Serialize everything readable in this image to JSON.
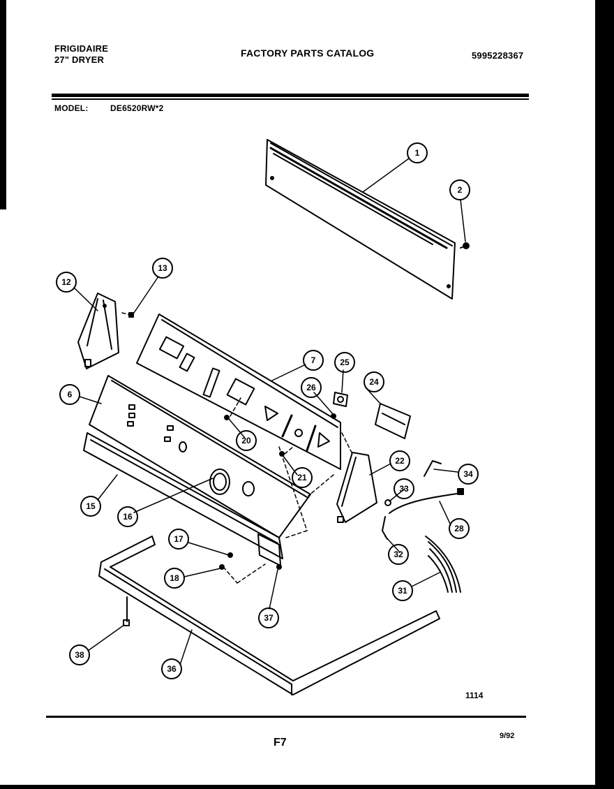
{
  "header": {
    "brand": "FRIGIDAIRE",
    "product": "27\" DRYER",
    "catalog_title": "FACTORY PARTS CATALOG",
    "catalog_number": "5995228367"
  },
  "model": {
    "label": "MODEL:",
    "value": "DE6520RW*2"
  },
  "footer": {
    "illustration_ref": "1114",
    "page": "F7",
    "date": "9/92"
  },
  "callouts": [
    "1",
    "2",
    "6",
    "7",
    "12",
    "13",
    "15",
    "16",
    "17",
    "18",
    "20",
    "21",
    "22",
    "24",
    "25",
    "26",
    "28",
    "31",
    "32",
    "33",
    "34",
    "36",
    "37",
    "38"
  ]
}
